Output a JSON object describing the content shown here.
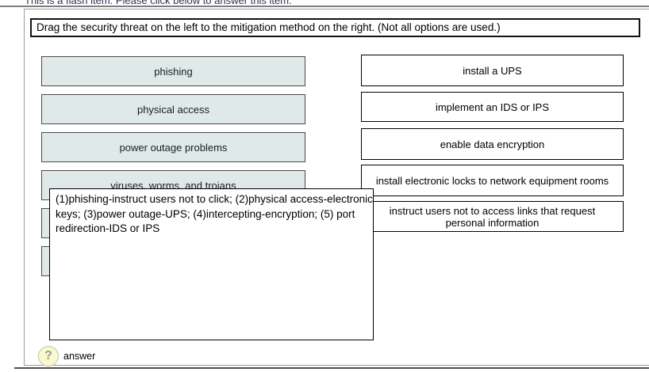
{
  "header": {
    "flash_notice": "This is a flash item. Please click below to answer this item.",
    "instruction": "Drag the security threat on the left to the mitigation method on the right. (Not all options are used.)"
  },
  "threats": [
    "phishing",
    "physical access",
    "power outage problems",
    "viruses, worms, and trojans",
    "",
    ""
  ],
  "mitigations": [
    "install a UPS",
    "implement an IDS or IPS",
    "enable data encryption",
    "install electronic locks to network equipment rooms",
    "instruct users not to access links that request personal information"
  ],
  "answer_popup": {
    "lines": [
      "(1)phishing-instruct users not to click; (2)physical access-electronic",
      "keys; (3)power outage-UPS; (4)intercepting-encryption; (5) port",
      "redirection-IDS or IPS"
    ]
  },
  "footer": {
    "help_glyph": "?",
    "answer_label": "answer"
  },
  "colors": {
    "threat_box_bg": "#dfe9e9",
    "help_circle_bg": "#f9f9ce",
    "rule_top": "#7e7e7e",
    "rule_bottom": "#4b4b52"
  }
}
